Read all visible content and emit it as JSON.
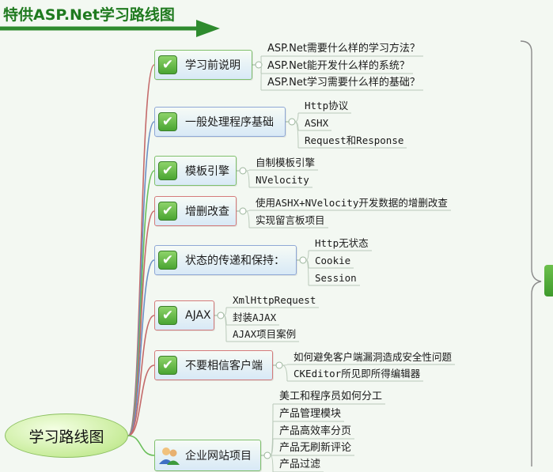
{
  "banner": {
    "title": "特供ASP.Net学习路线图"
  },
  "root": {
    "label": "学习路线图"
  },
  "branches": [
    {
      "label": "学习前说明",
      "icon": "checkbox-checked-icon",
      "children": [
        "ASP.Net需要什么样的学习方法？",
        "ASP.Net能开发什么样的系统？",
        "ASP.Net学习需要什么样的基础？"
      ]
    },
    {
      "label": "一般处理程序基础",
      "icon": "checkbox-checked-icon",
      "children": [
        "Http协议",
        "ASHX",
        "Request和Response"
      ]
    },
    {
      "label": "模板引擎",
      "icon": "checkbox-checked-icon",
      "children": [
        "自制模板引擎",
        "NVelocity"
      ]
    },
    {
      "label": "增删改查",
      "icon": "checkbox-checked-icon",
      "children": [
        "使用ASHX+NVelocity开发数据的增删改查",
        "实现留言板项目"
      ]
    },
    {
      "label": "状态的传递和保持：",
      "icon": "checkbox-checked-icon",
      "children": [
        "Http无状态",
        "Cookie",
        "Session"
      ]
    },
    {
      "label": "AJAX",
      "icon": "checkbox-checked-icon",
      "children": [
        "XmlHttpRequest",
        "封装AJAX",
        "AJAX项目案例"
      ]
    },
    {
      "label": "不要相信客户端",
      "icon": "checkbox-checked-icon",
      "children": [
        "如何避免客户端漏洞造成安全性问题",
        "CKEditor所见即所得编辑器"
      ]
    },
    {
      "label": "企业网站项目",
      "icon": "users-icon",
      "children": [
        "美工和程序员如何分工",
        "产品管理模块",
        "产品高效率分页",
        "产品无刷新评论",
        "产品过滤"
      ]
    }
  ],
  "colors": {
    "accent": "#1f7a1f",
    "arrow": "#2e8b2e"
  }
}
